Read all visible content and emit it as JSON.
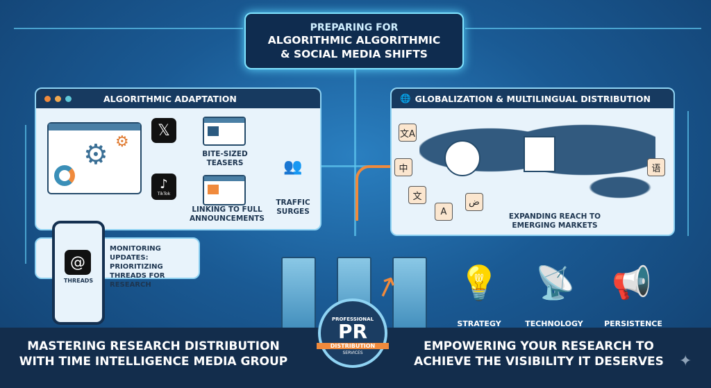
{
  "title": {
    "line1": "PREPARING FOR",
    "line2": "ALGORITHMIC ALGORITHMIC",
    "line3": "& SOCIAL MEDIA SHIFTS"
  },
  "left_panel": {
    "heading": "ALGORITHMIC ADAPTATION",
    "x_label": "𝕏",
    "tiktok_label": "TikTok",
    "teasers": "BITE-SIZED TEASERS",
    "linking": "LINKING TO FULL ANNOUNCEMENTS",
    "traffic": "TRAFFIC SURGES"
  },
  "threads_panel": {
    "app_label": "THREADS",
    "text": "MONITORING UPDATES: PRIORITIZING THREADS FOR RESEARCH"
  },
  "right_panel": {
    "heading": "GLOBALIZATION & MULTILINGUAL DISTRIBUTION",
    "caption": "EXPANDING REACH TO EMERGING MARKETS",
    "glyphs": [
      "文A",
      "中",
      "文",
      "A",
      "ض",
      "语"
    ]
  },
  "pillars": {
    "strategy": "STRATEGY",
    "technology": "TECHNOLOGY",
    "persistence": "PERSISTENCE"
  },
  "badge": {
    "top": "PROFESSIONAL",
    "main": "PR",
    "ribbon": "DISTRIBUTION",
    "bottom": "SERVICES"
  },
  "bottom": {
    "left": "MASTERING RESEARCH DISTRIBUTION WITH TIME INTELLIGENCE MEDIA GROUP",
    "right": "EMPOWERING YOUR RESEARCH TO ACHIEVE THE VISIBILITY IT DESERVES"
  },
  "colors": {
    "accent": "#f08a3c",
    "panel_head": "#173a60",
    "glow": "#7fe3ff"
  }
}
